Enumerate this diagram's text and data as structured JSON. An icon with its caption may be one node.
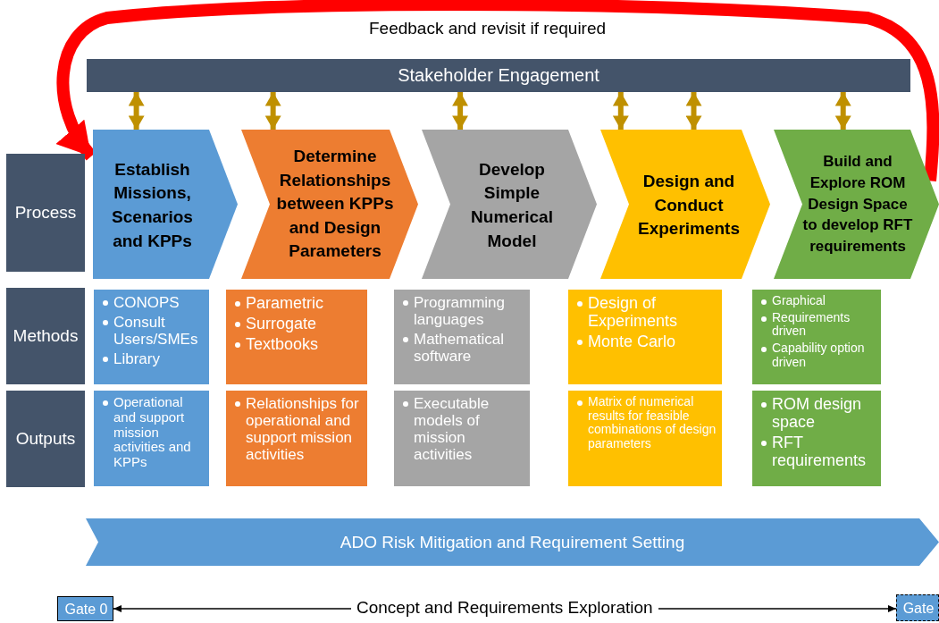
{
  "diagram": {
    "nodes": [
      {
        "text": [
          "Stakeholder Engagement"
        ]
      },
      {
        "text": [
          "Establish Missions, Scenarios and KPPs"
        ]
      },
      {
        "text": [
          "Determine Relationships between KPPs and Design Parameters"
        ]
      },
      {
        "text": [
          "Develop Simple Numerical Model"
        ]
      },
      {
        "text": [
          "Design and Conduct Experiments"
        ]
      },
      {
        "text": [
          "Build and Explore ROM Design Space to develop RFT requirements"
        ]
      },
      {
        "text": [
          "Process"
        ]
      },
      {
        "text": [
          "Methods"
        ]
      },
      {
        "text": [
          "Outputs"
        ]
      },
      {
        "text": [
          "CONOPS",
          "Consult Users/SMEs",
          "Library"
        ]
      },
      {
        "text": [
          "Parametric",
          "Surrogate",
          "Textbooks"
        ]
      },
      {
        "text": [
          "Programming languages",
          "Mathematical software"
        ]
      },
      {
        "text": [
          "Design of Experiments",
          "Monte Carlo"
        ]
      },
      {
        "text": [
          "Graphical",
          "Requirements driven",
          "Capability option driven"
        ]
      },
      {
        "text": [
          "Operational and support mission activities and KPPs"
        ]
      },
      {
        "text": [
          "Relationships for operational and support mission activities"
        ]
      },
      {
        "text": [
          "Executable models of mission activities"
        ]
      },
      {
        "text": [
          "Matrix of numerical results for feasible combinations of design parameters"
        ]
      },
      {
        "text": [
          "ROM design space",
          "RFT requirements"
        ]
      },
      {
        "text": [
          "ADO Risk Mitigation and Requirement Setting"
        ]
      },
      {
        "text": [
          "Gate 0"
        ]
      },
      {
        "text": [
          "Gate"
        ]
      }
    ],
    "edges": [
      {
        "from": 0,
        "to": 1,
        "arrow": "both"
      },
      {
        "from": 0,
        "to": 2,
        "arrow": "both"
      },
      {
        "from": 0,
        "to": 3,
        "arrow": "both"
      },
      {
        "from": 0,
        "to": 4,
        "arrow": "both"
      },
      {
        "from": 0,
        "to": 4,
        "arrow": "both"
      },
      {
        "from": 0,
        "to": 5,
        "arrow": "both"
      },
      {
        "from": 5,
        "to": 1,
        "arrow": "to",
        "label": "Feedback and revisit if required",
        "style": "thick",
        "color": "#ff0000"
      },
      {
        "from": 20,
        "to": 21,
        "arrow": "both",
        "label": "Concept and Requirements Exploration",
        "color": "#000000"
      }
    ]
  }
}
